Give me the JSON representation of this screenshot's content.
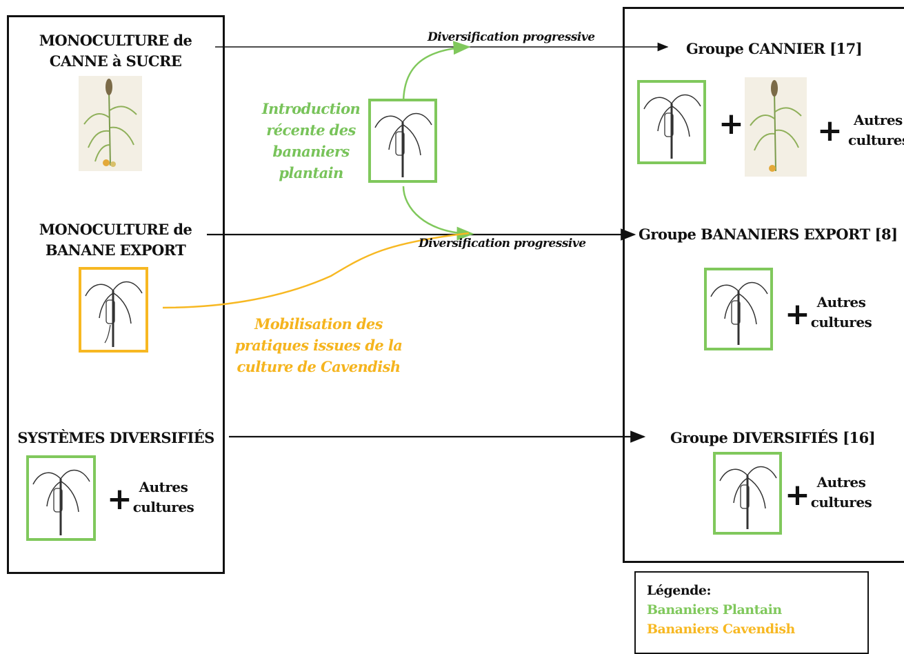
{
  "left": {
    "monoculture_canne": [
      "MONOCULTURE de",
      "CANNE à SUCRE"
    ],
    "monoculture_banane": [
      "MONOCULTURE de",
      "BANANE EXPORT"
    ],
    "systemes_diversifies": "SYSTÈMES DIVERSIFIÉS",
    "autres_cultures": [
      "Autres",
      "cultures"
    ]
  },
  "middle": {
    "diversification_top": "Diversification progressive",
    "diversification_mid": "Diversification progressive",
    "introduction": [
      "Introduction",
      "récente des",
      "bananiers",
      "plantain"
    ],
    "mobilisation": [
      "Mobilisation des",
      "pratiques issues de la",
      "culture de Cavendish"
    ]
  },
  "right": {
    "groupe_cannier": "Groupe CANNIER [17]",
    "groupe_bananiers_export": "Groupe BANANIERS EXPORT [8]",
    "groupe_diversifies": "Groupe DIVERSIFIÉS [16]",
    "autres_cultures": [
      "Autres",
      "cultures"
    ]
  },
  "legend": {
    "title": "Légende:",
    "plantain": "Bananiers Plantain",
    "cavendish": "Bananiers Cavendish"
  },
  "colors": {
    "plantain_green": "#80c85c",
    "cavendish_orange": "#f7b822",
    "line": "#111111"
  },
  "icons": [
    "banana-plant-icon",
    "sugarcane-plant-icon",
    "plus-icon",
    "arrow-icon"
  ]
}
